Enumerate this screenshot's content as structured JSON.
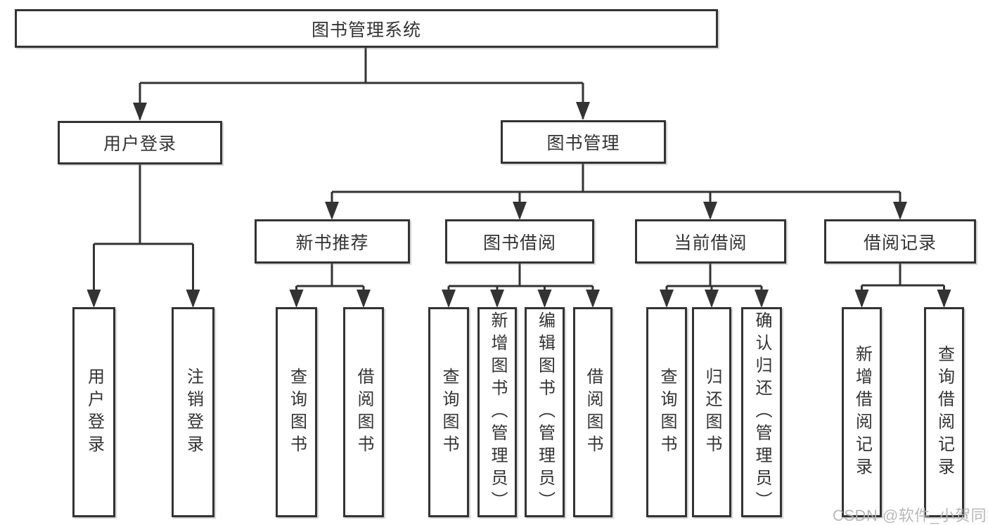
{
  "watermark": "CSDN @软件_小贺同学",
  "colors": {
    "line": "#333333",
    "text": "#333333",
    "box_background": "#ffffff",
    "background": "#ffffff",
    "watermark": "#b3b3b3"
  },
  "tree": {
    "label": "图书管理系统",
    "children": [
      {
        "label": "用户登录",
        "children": [
          {
            "label": "用户登录"
          },
          {
            "label": "注销登录"
          }
        ]
      },
      {
        "label": "图书管理",
        "children": [
          {
            "label": "新书推荐",
            "children": [
              {
                "label": "查询图书"
              },
              {
                "label": "借阅图书"
              }
            ]
          },
          {
            "label": "图书借阅",
            "children": [
              {
                "label": "查询图书"
              },
              {
                "label": "新增图书（管理员）"
              },
              {
                "label": "编辑图书（管理员）"
              },
              {
                "label": "借阅图书"
              }
            ]
          },
          {
            "label": "当前借阅",
            "children": [
              {
                "label": "查询图书"
              },
              {
                "label": "归还图书"
              },
              {
                "label": "确认归还（管理员）"
              }
            ]
          },
          {
            "label": "借阅记录",
            "children": [
              {
                "label": "新增借阅记录"
              },
              {
                "label": "查询借阅记录"
              }
            ]
          }
        ]
      }
    ]
  }
}
